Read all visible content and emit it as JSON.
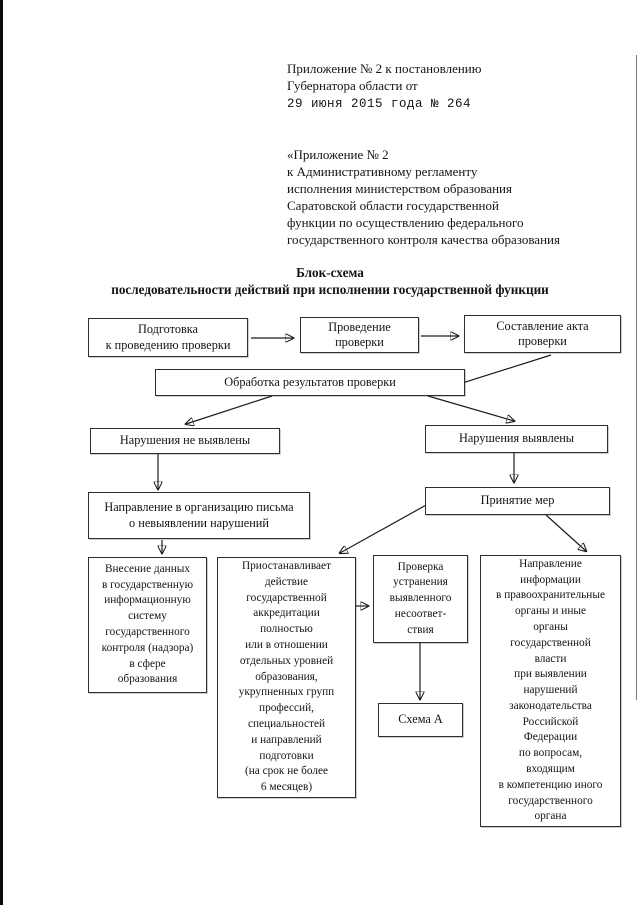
{
  "header": {
    "decree": {
      "line1": "Приложение № 2 к постановлению",
      "line2": "Губернатора области от",
      "line3": "29 июня 2015 года № 264"
    },
    "annex": "«Приложение № 2\nк Административному регламенту\nисполнения министерством образования\nСаратовской области государственной\nфункции по осуществлению федерального\nгосударственного контроля качества образования"
  },
  "title": "Блок-схема\nпоследовательности действий при исполнении государственной функции",
  "flowchart": {
    "preparation": "Подготовка\nк проведению проверки",
    "conduct": "Проведение\nпроверки",
    "act_drafting": "Составление акта\nпроверки",
    "processing": "Обработка результатов проверки",
    "no_violations": "Нарушения не выявлены",
    "violations": "Нарушения выявлены",
    "letter": "Направление в организацию письма\nо невыявлении нарушений",
    "measures": "Принятие мер",
    "data_entry": "Внесение данных\nв государственную\nинформационную\nсистему\nгосударственного\nконтроля (надзора)\nв сфере\nобразования",
    "suspension": "Приостанавливает\nдействие\nгосударственной\nаккредитации\nполностью\nили в отношении\nотдельных уровней\nобразования,\nукрупненных групп\nпрофессий,\nспециальностей\nи направлений\nподготовки\n(на срок не более\n6 месяцев)",
    "recheck": "Проверка\nустранения\nвыявленного\nнесоответ-\nствия",
    "scheme_a": "Схема А",
    "info_sending": "Направление\nинформации\nв правоохранительные\nорганы и иные\nорганы\nгосударственной\nвласти\nпри выявлении\nнарушений\nзаконодательства\nРоссийской\nФедерации\nпо вопросам,\nвходящим\nв компетенцию иного\nгосударственного\nоргана"
  }
}
